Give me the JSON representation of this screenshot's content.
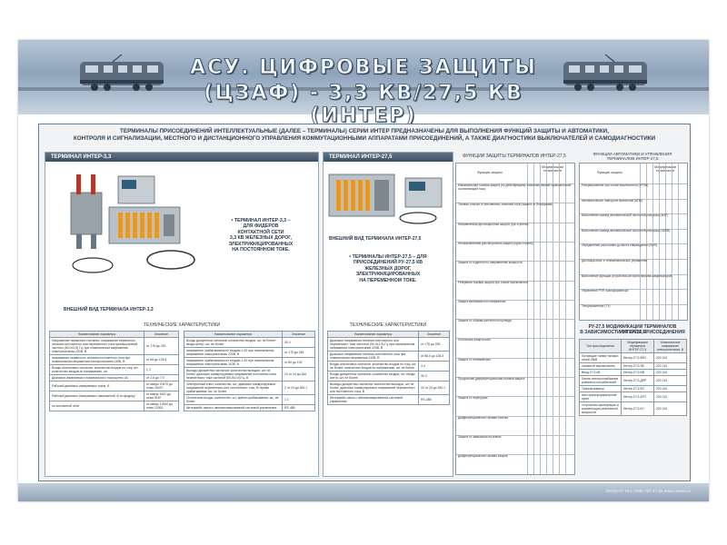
{
  "header": {
    "title_line1": "АСУ. ЦИФРОВЫЕ ЗАЩИТЫ",
    "title_line2": "(ЦЗАФ) - 3,3 КВ/27,5 КВ (ИНТЕР)"
  },
  "intro": {
    "line1": "ТЕРМИНАЛЫ ПРИСОЕДИНЕНИЙ ИНТЕЛЛЕКТУАЛЬНЫЕ (ДАЛЕЕ – ТЕРМИНАЛЫ) СЕРИИ ИНТЕР ПРЕДНАЗНАЧЕНЫ ДЛЯ ВЫПОЛНЕНИЯ ФУНКЦИЙ ЗАЩИТЫ И АВТОМАТИКИ,",
    "line2": "КОНТРОЛЯ И СИГНАЛИЗАЦИИ, МЕСТНОГО И ДИСТАНЦИОННОГО УПРАВЛЕНИЯ КОММУТАЦИОННЫМИ АППАРАТАМИ ПРИСОЕДИНЕНИЙ, А ТАКЖЕ ДИАГНОСТИКИ ВЫКЛЮЧАТЕЛЕЙ И САМОДИАГНОСТИКИ"
  },
  "left_panel": {
    "title": "ТЕРМИНАЛ ИНТЕР-3,3",
    "bullet": [
      "• ТЕРМИНАЛ ИНТЕР-3,3 –",
      "ДЛЯ ФИДЕРОВ",
      "КОНТАКТНОЙ СЕТИ",
      "3,3 КВ ЖЕЛЕЗНЫХ ДОРОГ,",
      "ЭЛЕКТРИФИЦИРОВАННЫХ",
      "НА ПОСТОЯННОМ ТОКЕ."
    ],
    "caption": "ВНЕШНИЙ ВИД ТЕРМИНАЛА ИНТЕР-3,3",
    "specs_title": "ТЕХНИЧЕСКИЕ ХАРАКТЕРИСТИКИ",
    "col_param": "Наименование параметра",
    "col_value": "Значение",
    "specs_a": [
      [
        "Напряжение первичного питания: напряжение первичного питания постоянного или переменного тока промышленной частоты (50,0±2,5) Гц, при номинальном напряжении электропитания 220В, В",
        "от 176 до 253"
      ],
      [
        "напряжение первичного питания постоянного тока при номинальном напряжении электропитания 110В, В",
        "от 88 до 126,5"
      ],
      [
        "Входы аналоговых сигналов: количество входов по току, шт; количество входов по напряжению, шт",
        "1 3"
      ],
      [
        "Диапазон измеряемого номинального тока шунта, кА",
        "от 2,5 до 7,5"
      ],
      [
        "Рабочий диапазон измеряемых токов, А",
        "от минус 20470 до плюс 20470"
      ],
      [
        "Рабочий диапазон измеряемых напряжений, В по фидеру",
        "от минус 5187 до плюс 5187"
      ],
      [
        "по контактной сети",
        "от минус 12000 до плюс 12000"
      ]
    ],
    "specs_b": [
      [
        "Входы дискретных сигналов: количество входов, шт, не более; входы контр. шт, не более",
        "30 4"
      ],
      [
        "напряжение срабатывания по входам 1-30 при номинальном напряжении электропитания 220В, В",
        "от 170 до 264"
      ],
      [
        "напряжение срабатывания по входам 1-30 при номинальном напряжении электропитания 110В, В",
        "от 80 до 130"
      ],
      [
        "Выходы дискретных сигналов: количество выходов, шт, не более; диапазон коммутируемых напряжений постоянного или переменного тока частотой (50,0±2,5) Гц, В",
        "24 от 24 до 264"
      ],
      [
        "Электронный ключ: количество, шт; диапазон коммутируемых напряжений переменного или постоянного тока, В; время срабатывания, мс, не более",
        "2 от 24 до 264 1"
      ],
      [
        "Оптические входы: количество, шт; время срабатывания, мс, не более",
        "1 1"
      ],
      [
        "Интерфейс связи с автоматизированной системой управления",
        "RS-485"
      ]
    ]
  },
  "right_panel": {
    "title": "ТЕРМИНАЛ ИНТЕР-27,5",
    "caption": "ВНЕШНИЙ ВИД ТЕРМИНАЛА ИНТЕР-27,5",
    "bullet": [
      "• ТЕРМИНАЛЫ ИНТЕР-27,5 – ДЛЯ",
      "ПРИСОЕДИНЕНИЙ РУ-27,5 КВ",
      "ЖЕЛЕЗНЫХ ДОРОГ,",
      "ЭЛЕКТРИФИЦИРОВАННЫХ",
      "НА ПЕРЕМЕННОМ ТОКЕ."
    ],
    "specs_title": "ТЕХНИЧЕСКИЕ ХАРАКТЕРИСТИКИ",
    "col_param": "Наименование параметра",
    "col_value": "Значение",
    "specs": [
      [
        "Диапазон напряжения питания постоянного или переменного тока частотой (50,0±2,5) Гц при номинальном напряжении электропитания 220В, В",
        "от 176 до 253"
      ],
      [
        "Диапазон напряжения питания постоянного тока при номинальном напряжении 110В, В",
        "от 88,0 до 126,5"
      ],
      [
        "Входы аналоговых сигналов: количество входов по току, шт, не более; количество входов по напряжению, шт, не более",
        "4 4"
      ],
      [
        "Входы дискретных сигналов: количество входов, шт; входы контр. шт, не более",
        "30 3"
      ],
      [
        "Выходы дискретных сигналов: количество выходов, шт, не более; диапазон коммутируемых напряжений переменного или постоянного тока, В",
        "33 от 24 до 264 1"
      ],
      [
        "Интерфейс связи с автоматизированной системой управления",
        "RS-485"
      ]
    ]
  },
  "protection_matrix": {
    "title": "ФУНКЦИИ ЗАЩИТЫ ТЕРМИНАЛОВ ИНТЕР-27,5",
    "col_function": "Функция защиты",
    "col_mod": "Модификации терминалов",
    "rows": [
      "Максимальная токовая защита (по действующему значению первой гармонической составляющей тока)",
      "Токовая отсечка от мгновенных значений тока (защита от блокировки)",
      "Направленная дистанционная защита (три ступени)",
      "Ненаправленная дистанционная защита (одна ступень)",
      "Защита от подпитки по направлению мощности",
      "Резервная токовая защита при отказе выключателя",
      "Защита минимального напряжения",
      "Защита от обрыва контактного провода",
      "Логическая защита шин",
      "Защита от несимметрии",
      "Продольная дифференциальная токовая защита",
      "Защита от перегрузки",
      "Дифференциальная токовая отсечка",
      "Защита от замыкания на землю",
      "Дифференциальная токовая защита"
    ]
  },
  "automation_matrix": {
    "title": "ФУНКЦИИ АВТОМАТИКИ И УПРАВЛЕНИЯ ТЕРМИНАЛОВ ИНТЕР-27,5",
    "col_function": "Функция защиты",
    "col_mod": "Модификации терминалов",
    "rows": [
      "Резервирование при отказе выключателя (УРОВ)",
      "Автоматическое повторное включение (АПВ)",
      "Выполнение команд автоматической частотной разгрузки (АЧР)",
      "Выполнение команд автоматической частотной разгрузки (ЧАПВ)",
      "Определение расстояния до места повреждения (ОМП)",
      "Дистанционное и телемеханическое управление",
      "Выполнение функции устройства контроля нагрева конденсаторов",
      "Управление РПН трансформатора",
      "Телеуправление (ТУ)"
    ]
  },
  "modifications": {
    "title": "РУ-27,5 МОДИФИКАЦИИ ТЕРМИНАЛОВ ИНТЕР-27,5",
    "subtitle": "В ЗАВИСИМОСТИ ОТ ТИПА ПРИСОЕДИНЕНИЯ",
    "col_type": "Тип присоединения",
    "col_mod": "Модификация терминала ИНТЕР-27,5",
    "col_voltage": "Номинальное напряжение электропитания, В",
    "rows": [
      [
        "Питающие линии тяговых сетей 25кВ",
        "Интер-27,5-ФКС",
        "220 110"
      ],
      [
        "Запасной выключатель",
        "Интер-27,5-ЗВ",
        "220 110"
      ],
      [
        "Ввод 27,5 кВ",
        "Интер-27,5-ВВ",
        "220 110"
      ],
      [
        "Линии электроснабжения районных потребителей",
        "Интер-27,5-ДПР",
        "220 110"
      ],
      [
        "Трансформатор",
        "Интер-27,5-ФС",
        "220 110"
      ],
      [
        "Автотрансформаторный пункт",
        "Интер-27,5-АТП",
        "220 110"
      ],
      [
        "Устройство фильтрации и компенсации реактивной мощности",
        "Интер-27,5-КУ",
        "220 110"
      ]
    ]
  },
  "footer": {
    "contact": "Интер-27 Тел. (495) 787-47-35  www.znanie.ru"
  },
  "colors": {
    "header_top": "#b7c6d6",
    "panel_bar": "#3e5064",
    "title_text": "#f2f6fa"
  }
}
